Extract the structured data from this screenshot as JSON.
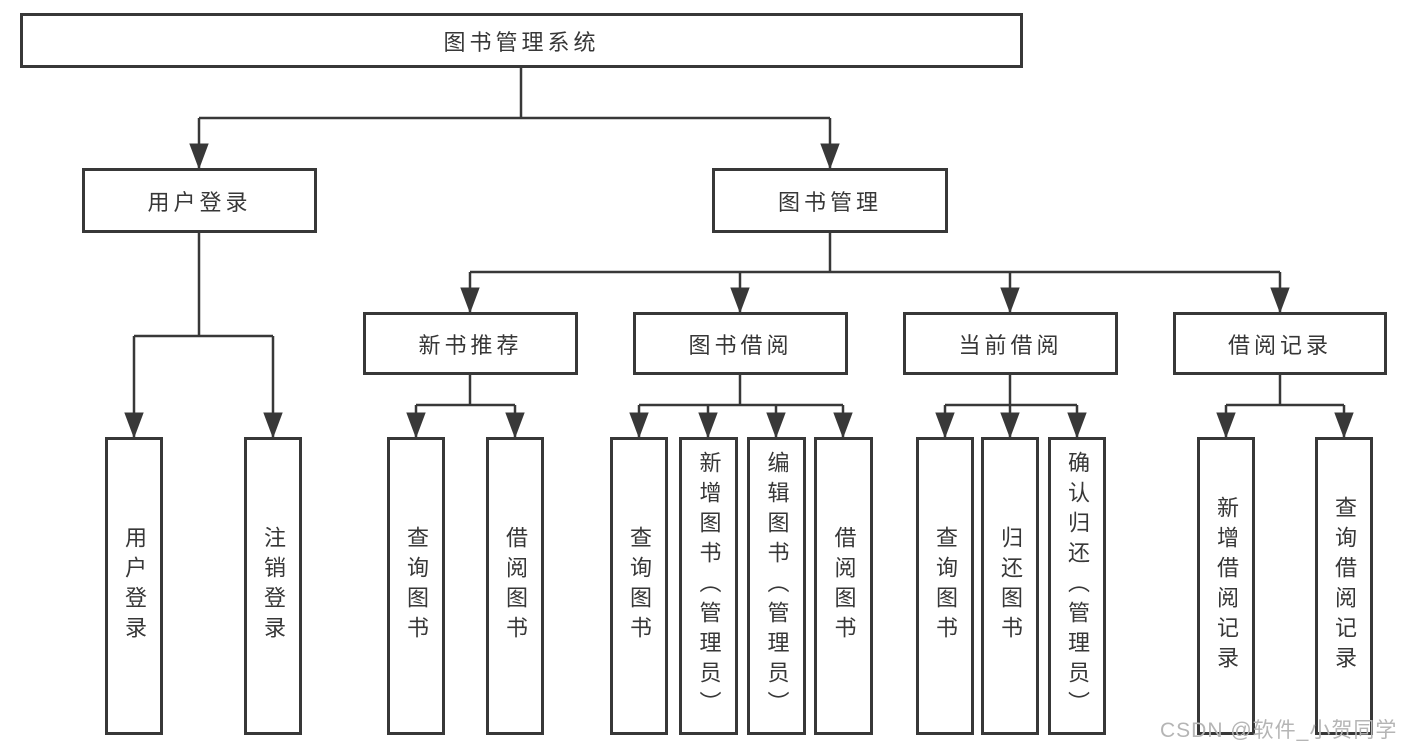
{
  "diagram": {
    "type": "hierarchy",
    "tree": {
      "label": "图书管理系统",
      "children": [
        {
          "label": "用户登录",
          "children": [
            {
              "label": "用户登录"
            },
            {
              "label": "注销登录"
            }
          ]
        },
        {
          "label": "图书管理",
          "children": [
            {
              "label": "新书推荐",
              "children": [
                {
                  "label": "查询图书"
                },
                {
                  "label": "借阅图书"
                }
              ]
            },
            {
              "label": "图书借阅",
              "children": [
                {
                  "label": "查询图书"
                },
                {
                  "label": "新增图书（管理员）"
                },
                {
                  "label": "编辑图书（管理员）"
                },
                {
                  "label": "借阅图书"
                }
              ]
            },
            {
              "label": "当前借阅",
              "children": [
                {
                  "label": "查询图书"
                },
                {
                  "label": "归还图书"
                },
                {
                  "label": "确认归还（管理员）"
                }
              ]
            },
            {
              "label": "借阅记录",
              "children": [
                {
                  "label": "新增借阅记录"
                },
                {
                  "label": "查询借阅记录"
                }
              ]
            }
          ]
        }
      ]
    },
    "colors": {
      "line": "#383838",
      "box_border": "#383838",
      "box_fill": "#ffffff",
      "text": "#373737",
      "background": "#ffffff",
      "watermark": "#b5b5b5"
    }
  },
  "watermark": {
    "text": "CSDN @软件_小贺同学"
  }
}
